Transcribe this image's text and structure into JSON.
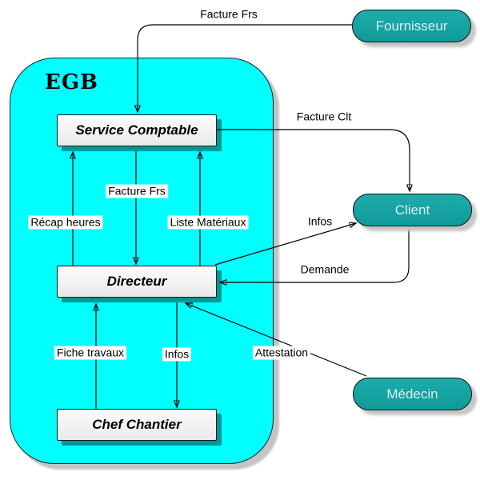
{
  "diagram": {
    "container": {
      "title": "EGB"
    },
    "internal_nodes": [
      {
        "id": "service-comptable",
        "label": "Service Comptable"
      },
      {
        "id": "directeur",
        "label": "Directeur"
      },
      {
        "id": "chef-chantier",
        "label": "Chef Chantier"
      }
    ],
    "external_entities": [
      {
        "id": "fournisseur",
        "label": "Fournisseur"
      },
      {
        "id": "client",
        "label": "Client"
      },
      {
        "id": "medecin",
        "label": "Médecin"
      }
    ],
    "flows": [
      {
        "label": "Facture Frs",
        "from": "Fournisseur",
        "to": "Service Comptable"
      },
      {
        "label": "Facture Clt",
        "from": "Service Comptable",
        "to": "Client"
      },
      {
        "label": "Facture Frs",
        "from": "Service Comptable",
        "to": "Directeur"
      },
      {
        "label": "Récap heures",
        "from": "Directeur",
        "to": "Service Comptable"
      },
      {
        "label": "Liste Matériaux",
        "from": "Directeur",
        "to": "Service Comptable"
      },
      {
        "label": "Infos",
        "from": "Directeur",
        "to": "Client"
      },
      {
        "label": "Demande",
        "from": "Client",
        "to": "Directeur"
      },
      {
        "label": "Fiche travaux",
        "from": "Chef Chantier",
        "to": "Directeur"
      },
      {
        "label": "Infos",
        "from": "Directeur",
        "to": "Chef Chantier"
      },
      {
        "label": "Attestation",
        "from": "Médecin",
        "to": "Directeur"
      }
    ],
    "colors": {
      "container_fill": "#00FFFF",
      "entity_fill": "#14A3A2",
      "entity_text": "#D9EFEF",
      "process_fill": "#F0F0F0",
      "line": "#000000",
      "shadow": "#C6C6C6"
    }
  }
}
